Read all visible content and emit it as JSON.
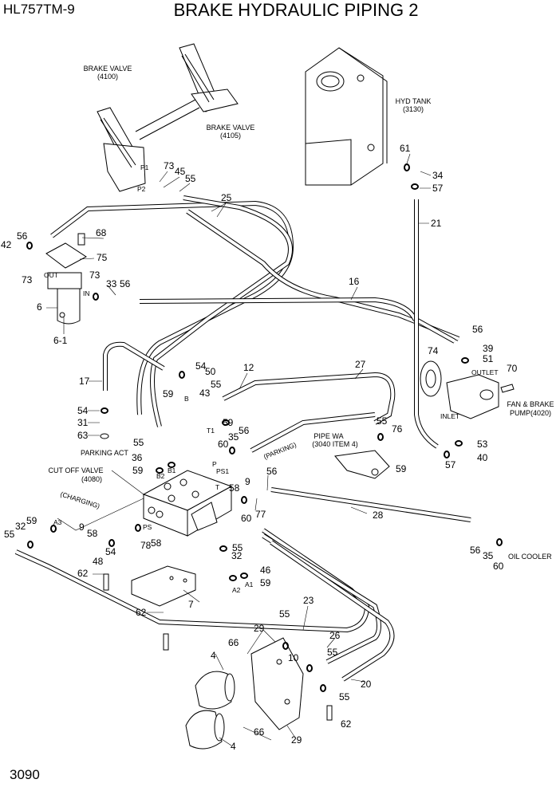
{
  "header": {
    "model": "HL757TM-9",
    "title": "BRAKE HYDRAULIC PIPING 2"
  },
  "footer": {
    "page": "3090"
  },
  "components": {
    "brake_valve_4100": [
      "BRAKE VALVE",
      "(4100)"
    ],
    "brake_valve_4105": [
      "BRAKE VALVE",
      "(4105)"
    ],
    "hyd_tank": [
      "HYD TANK",
      "(3130)"
    ],
    "pump": [
      "FAN & BRAKE",
      "PUMP(4020)"
    ],
    "pipe_wa": [
      "PIPE WA",
      "(3040 ITEM 4)"
    ],
    "cut_off_valve": [
      "CUT OFF VALVE",
      "(4080)"
    ],
    "parking_act": "PARKING ACT",
    "oil_cooler": "OIL COOLER",
    "parking": "(PARKING)",
    "charging": "(CHARGING)"
  },
  "ports": [
    "P1",
    "P2",
    "OUT",
    "IN",
    "OUTLET",
    "INLET",
    "B",
    "T1",
    "P",
    "B1",
    "B2",
    "PS1",
    "T",
    "A3",
    "PS",
    "A1",
    "A2"
  ],
  "callouts": [
    "73",
    "45",
    "55",
    "25",
    "61",
    "34",
    "57",
    "21",
    "56",
    "68",
    "42",
    "75",
    "73",
    "73",
    "33",
    "56",
    "16",
    "6",
    "6-1",
    "56",
    "39",
    "51",
    "74",
    "70",
    "53",
    "57",
    "40",
    "17",
    "54",
    "50",
    "12",
    "27",
    "55",
    "43",
    "59",
    "54",
    "59",
    "31",
    "63",
    "56",
    "35",
    "55",
    "76",
    "60",
    "55",
    "36",
    "56",
    "59",
    "59",
    "9",
    "58",
    "28",
    "77",
    "60",
    "59",
    "32",
    "55",
    "9",
    "58",
    "78",
    "58",
    "55",
    "54",
    "56",
    "35",
    "48",
    "60",
    "32",
    "46",
    "62",
    "59",
    "7",
    "23",
    "62",
    "55",
    "29",
    "66",
    "26",
    "4",
    "10",
    "55",
    "20",
    "55",
    "62",
    "66",
    "29",
    "4"
  ]
}
